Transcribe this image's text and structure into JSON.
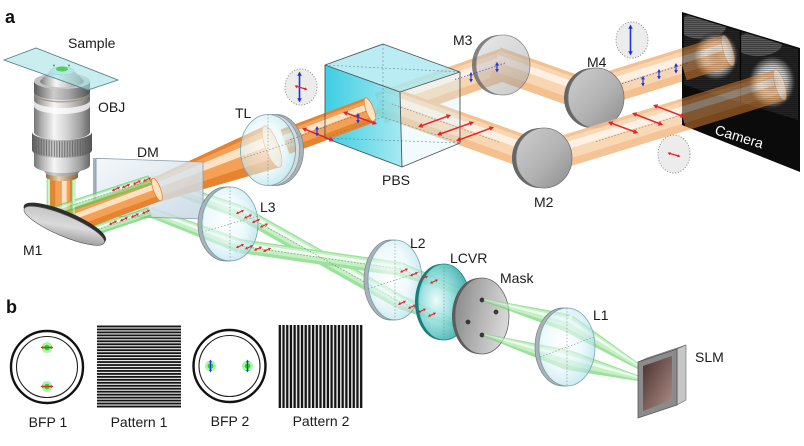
{
  "figure": {
    "panel_a": {
      "panel_label": "a",
      "labels": {
        "sample": "Sample",
        "objective": "OBJ",
        "dichroic_mirror": "DM",
        "mirror_m1": "M1",
        "tube_lens": "TL",
        "lens_l3": "L3",
        "beam_splitter": "PBS",
        "mirror_m3": "M3",
        "mirror_m4": "M4",
        "mirror_m2": "M2",
        "camera": "Camera",
        "lens_l2": "L2",
        "lcvr": "LCVR",
        "mask": "Mask",
        "lens_l1": "L1",
        "slm": "SLM"
      },
      "mask_pinholes": 4,
      "camera_image_panels": 2,
      "polarization_insets": [
        {
          "near": "TL",
          "arrows": [
            {
              "color": "blue",
              "direction": "vertical",
              "length": "long"
            },
            {
              "color": "red",
              "direction": "horizontal",
              "length": "short"
            }
          ]
        },
        {
          "near": "M4",
          "arrows": [
            {
              "color": "blue",
              "direction": "vertical",
              "length": "long"
            }
          ]
        },
        {
          "near": "Camera",
          "arrows": [
            {
              "color": "red",
              "direction": "horizontal",
              "length": "short"
            }
          ]
        }
      ]
    },
    "panel_b": {
      "panel_label": "b",
      "items": [
        {
          "label": "BFP 1",
          "kind": "ring-with-spots",
          "spots": 2,
          "spot_layout": "vertical",
          "arrow_color": "red",
          "arrow_direction": "horizontal"
        },
        {
          "label": "Pattern 1",
          "kind": "stripe-pattern",
          "stripe_orientation": "horizontal",
          "stripe_count": 28
        },
        {
          "label": "BFP 2",
          "kind": "ring-with-spots",
          "spots": 2,
          "spot_layout": "horizontal",
          "arrow_color": "blue",
          "arrow_direction": "vertical"
        },
        {
          "label": "Pattern 2",
          "kind": "stripe-pattern",
          "stripe_orientation": "vertical",
          "stripe_count": 23
        }
      ]
    }
  },
  "colors": {
    "emission_beam": "#f4a157",
    "emission_beam_edge": "#e5832e",
    "emission_beam_highlight": "#fde2c4",
    "split_beam": "#f9d4ae",
    "split_beam_edge": "#f4bd8b",
    "split_beam_highlight": "#fff0e2",
    "excitation_beam": "#9fe59f",
    "excitation_beam_edge": "#5ccf5c",
    "excitation_beam_highlight": "#e8fbe8",
    "polarization_red": "#e3242b",
    "polarization_blue": "#1f35d6",
    "pbs_cyan": "#12c3dc",
    "lcvr_teal": "#1c9c99",
    "camera_body": "#0b0b0b",
    "bfp_spot": "#19d619",
    "stripe_dark": "#151515",
    "stripe_light": "#e6e6e6"
  }
}
